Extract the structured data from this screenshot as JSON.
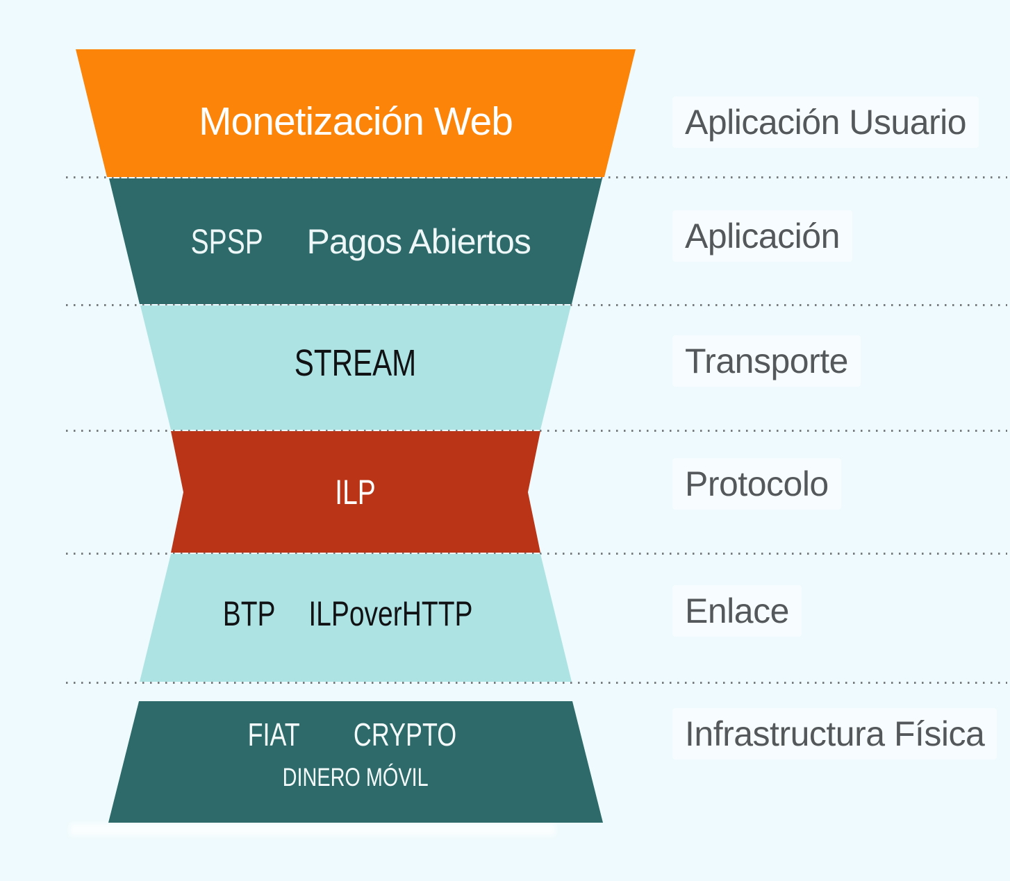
{
  "diagram": {
    "title_semantics": "interledger-protocol-stack-funnel",
    "background_color": "#eefafd",
    "separator_color": "#767b7e",
    "right_label_color": "#54585a",
    "layers": [
      {
        "id": "monetizacion-web",
        "labels": [
          "Monetización Web"
        ],
        "right_label": "Aplicación Usuario",
        "fill": "#fb8409",
        "text_color": "#ffffff"
      },
      {
        "id": "spsp-pagos-abiertos",
        "labels": [
          "SPSP",
          "Pagos Abiertos"
        ],
        "right_label": "Aplicación",
        "fill": "#2d6a69",
        "text_color": "#eef7f7"
      },
      {
        "id": "stream",
        "labels": [
          "STREAM"
        ],
        "right_label": "Transporte",
        "fill": "#aee3e4",
        "text_color": "#101214"
      },
      {
        "id": "ilp",
        "labels": [
          "ILP"
        ],
        "right_label": "Protocolo",
        "fill": "#ba3517",
        "text_color": "#ffffff"
      },
      {
        "id": "btp-ilpoverhttp",
        "labels": [
          "BTP",
          "ILPoverHTTP"
        ],
        "right_label": "Enlace",
        "fill": "#aee3e4",
        "text_color": "#101214"
      },
      {
        "id": "infraestructura",
        "labels": [
          "FIAT",
          "CRYPTO",
          "DINERO MÓVIL"
        ],
        "right_label": "Infrastructura Física",
        "fill": "#2d6a69",
        "text_color": "#f4fafa"
      }
    ]
  }
}
